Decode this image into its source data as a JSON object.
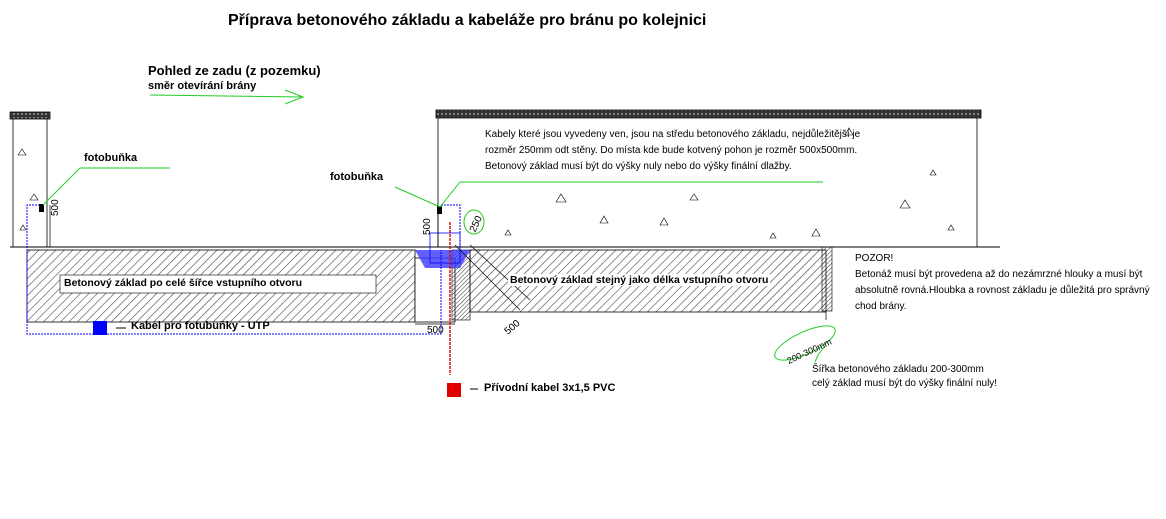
{
  "title": "Příprava betonového základu a kabeláže pro bránu po kolejnici",
  "view_label": "Pohled ze zadu (z pozemku)",
  "direction_label": "směr otevírání brány",
  "photocell_left": "fotobuňka",
  "photocell_right": "fotobuňka",
  "dim_500_vertical_left": "500",
  "dim_500_vertical_right": "500",
  "dim_250": "250",
  "dim_500_bottom": "500",
  "dim_500_diagonal": "500",
  "dim_200_300": "200-300mm",
  "wall_note": [
    "Kabely které jsou vyvedeny ven, jsou na středu betonového základu, nejdůležitější je",
    "rozměr 250mm odt stěny. Do místa kde bude kotvený pohon je rozměr 500x500mm.",
    "Betonový základ musí být do výšky nuly nebo do výšky finální dlažby."
  ],
  "foundation_left_label": "Betonový základ po celé šířce vstupního otvoru",
  "foundation_right_label": "Betonový základ stejný jako délka vstupního otvoru",
  "legend": {
    "utp_label": "Kabel pro fotubuňky - UTP",
    "utp_color": "#0000ff",
    "power_label": "Přívodní kabel 3x1,5 PVC",
    "power_color": "#e00000"
  },
  "warning": [
    "POZOR!",
    "Betonáž musí být provedena až do nezámrzné hlouky a musí být",
    "absolutně rovná.Hloubka a rovnost základu je důležitá pro správný",
    "chod brány."
  ],
  "width_note": [
    "Šířka betonového základu 200-300mm",
    "celý základ musí být do výšky finální nuly!"
  ],
  "colors": {
    "annotation_green": "#22cc22",
    "hatch": "#555555"
  }
}
